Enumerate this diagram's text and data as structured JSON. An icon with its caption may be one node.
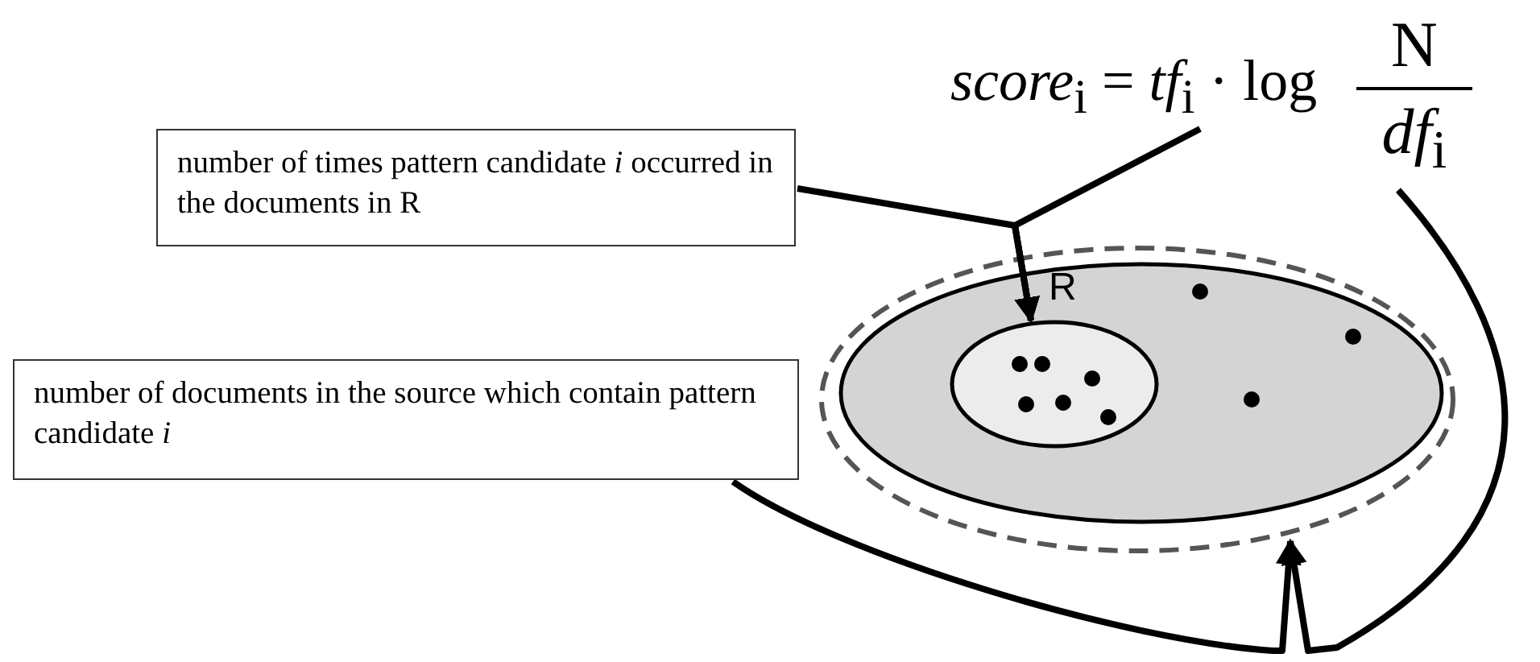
{
  "diagram": {
    "nodes": [
      {
        "text": [
          "*score*$_{i}$ = *tf*$_{i}$ · log"
        ]
      },
      {
        "text": [
          "N",
          "*df*$_{i}$"
        ]
      },
      {
        "text": [
          "number of times pattern candidate *i* occurred in the documents in R"
        ]
      },
      {
        "text": [
          "number of documents in the source which contain pattern candidate *i*"
        ]
      },
      {
        "text": [],
        "shape": "ellipse"
      },
      {
        "text": [],
        "shape": "ellipse",
        "in": 4
      },
      {
        "text": [
          "R"
        ],
        "in": 5
      }
    ],
    "edges": [
      {
        "from": 0,
        "to": 6,
        "arrow": "to"
      },
      {
        "from": 1,
        "to": 4,
        "arrow": "to"
      },
      {
        "from": 2,
        "to": 6,
        "arrow": "to"
      },
      {
        "from": 3,
        "to": 4,
        "arrow": "to"
      }
    ]
  }
}
